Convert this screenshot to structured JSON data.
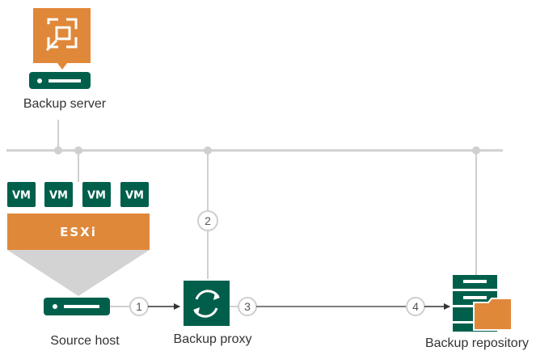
{
  "labels": {
    "backup_server": "Backup server",
    "source_host": "Source host",
    "backup_proxy": "Backup proxy",
    "backup_repository": "Backup repository"
  },
  "vms": [
    "VM",
    "VM",
    "VM",
    "VM"
  ],
  "esxi_label": "ESXi",
  "steps": [
    "1",
    "2",
    "3",
    "4"
  ],
  "colors": {
    "green": "#005f4b",
    "orange": "#e0883a",
    "line": "#cfcfcf",
    "cone": "#d3d3d3"
  }
}
